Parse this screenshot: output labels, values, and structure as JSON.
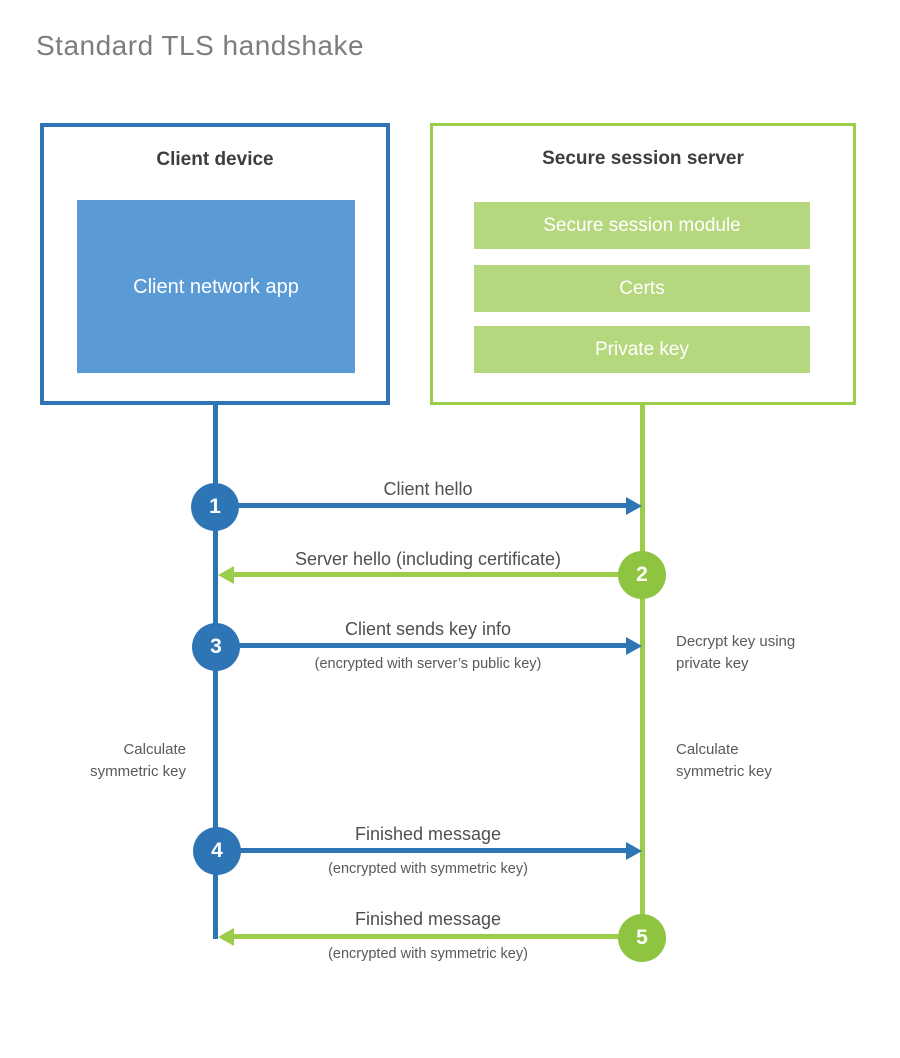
{
  "title": "Standard TLS handshake",
  "colors": {
    "client_blue": "#2e75b6",
    "client_fill_blue": "#5b9bd5",
    "server_green_border": "#9bcd4a",
    "server_green_circle": "#8ec43f",
    "server_green_bar": "#b5d87e",
    "label_gray": "#4f4f4f",
    "title_gray": "#7d7d7d"
  },
  "client": {
    "title": "Client device",
    "app_label": "Client network app"
  },
  "server": {
    "title": "Secure session server",
    "modules": [
      "Secure session module",
      "Certs",
      "Private key"
    ]
  },
  "steps": [
    {
      "num": "1",
      "label": "Client hello",
      "sub": "",
      "direction": "client-to-server",
      "color": "blue"
    },
    {
      "num": "2",
      "label": "Server hello (including certificate)",
      "sub": "",
      "direction": "server-to-client",
      "color": "green"
    },
    {
      "num": "3",
      "label": "Client sends key info",
      "sub": "(encrypted with server’s public key)",
      "direction": "client-to-server",
      "color": "blue"
    },
    {
      "num": "4",
      "label": "Finished message",
      "sub": "(encrypted with symmetric key)",
      "direction": "client-to-server",
      "color": "blue"
    },
    {
      "num": "5",
      "label": "Finished message",
      "sub": "(encrypted with symmetric key)",
      "direction": "server-to-client",
      "color": "green"
    }
  ],
  "annotations": {
    "decrypt": "Decrypt key using\nprivate key",
    "calc_left": "Calculate\nsymmetric key",
    "calc_right": "Calculate\nsymmetric key"
  }
}
